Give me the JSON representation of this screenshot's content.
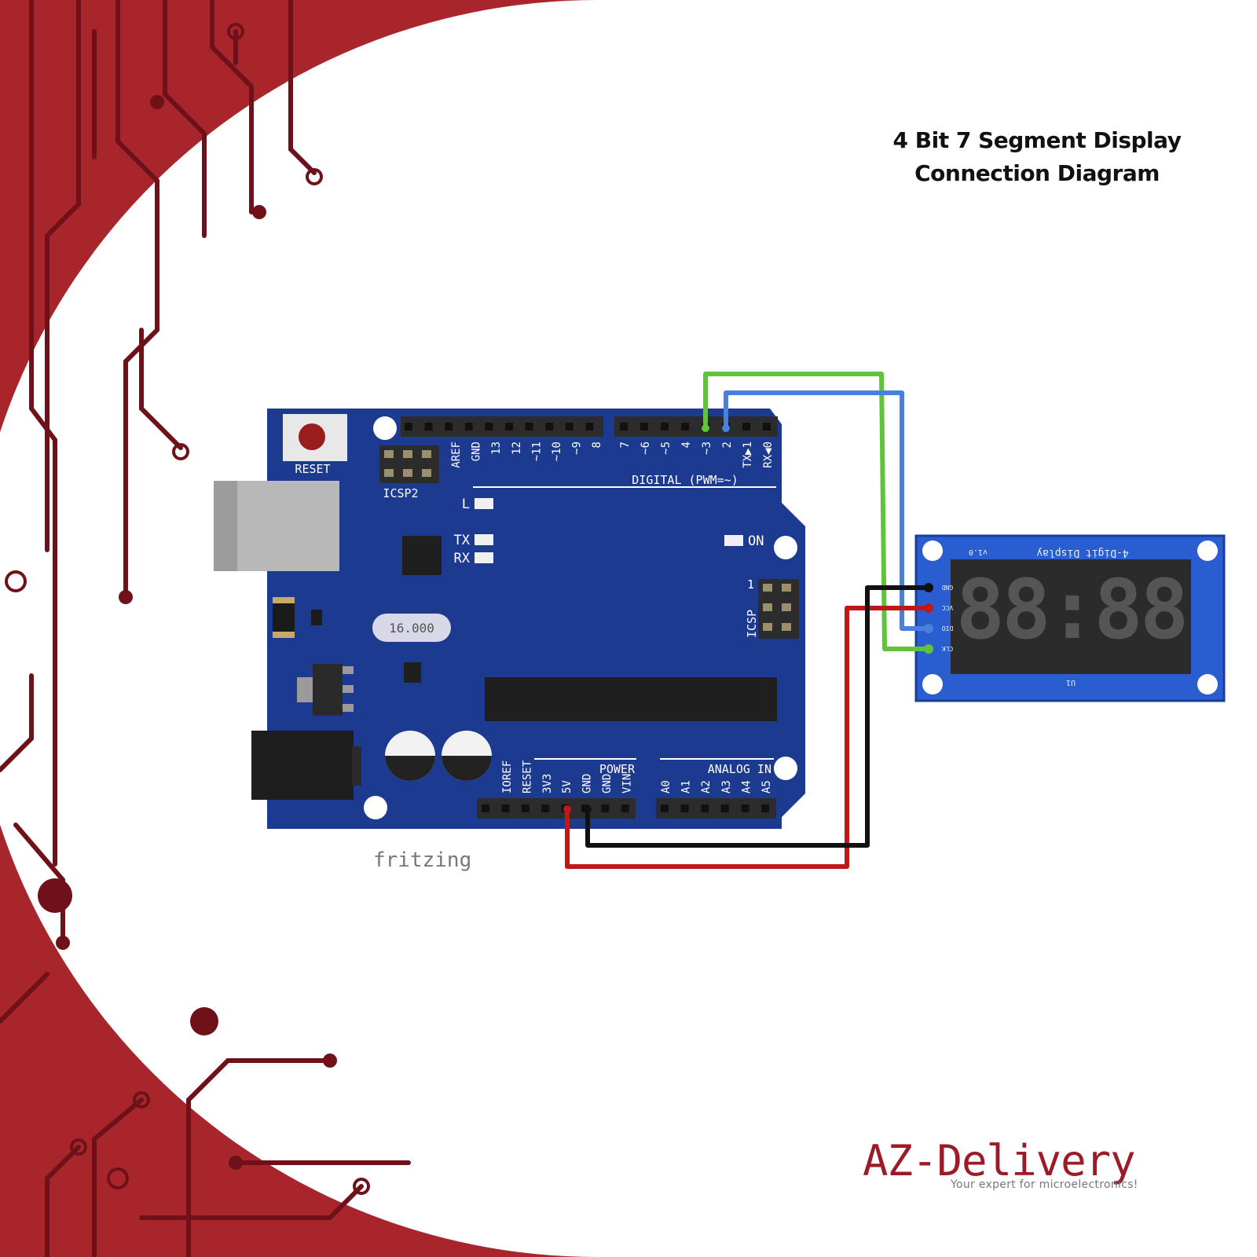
{
  "title": {
    "line1": "4 Bit 7 Segment Display",
    "line2": "Connection Diagram"
  },
  "brand": {
    "name": "AZ-Delivery",
    "tagline": "Your expert for microelectronics!"
  },
  "watermark": "fritzing",
  "colors": {
    "background_red": "#a8262b",
    "trace_dark": "#6e1119",
    "board_blue": "#1c3a8f",
    "module_blue": "#2a5ed0",
    "wire_green": "#5fc43a",
    "wire_blue": "#4a7fe0",
    "wire_red": "#c01818",
    "wire_black": "#111111",
    "brand": "#9b1c28"
  },
  "arduino": {
    "reset_label": "RESET",
    "icsp2_label": "ICSP2",
    "icsp_label": "ICSP",
    "icsp_pin1": "1",
    "digital_label": "DIGITAL (PWM=~)",
    "digital_pins_left": [
      "AREF",
      "GND",
      "13",
      "12",
      "~11",
      "~10",
      "~9",
      "8"
    ],
    "digital_pins_right": [
      "7",
      "~6",
      "~5",
      "4",
      "~3",
      "2",
      "TX▶1",
      "RX◀0"
    ],
    "led_l": "L",
    "led_tx": "TX",
    "led_rx": "RX",
    "led_on": "ON",
    "crystal": "16.000",
    "power_label": "POWER",
    "power_pins": [
      "IOREF",
      "RESET",
      "3V3",
      "5V",
      "GND",
      "GND",
      "VIN"
    ],
    "analog_label": "ANALOG IN",
    "analog_pins": [
      "A0",
      "A1",
      "A2",
      "A3",
      "A4",
      "A5"
    ]
  },
  "display_module": {
    "title": "4-Digit Display",
    "version": "v1.0",
    "ref": "U1",
    "pins": [
      "GND",
      "VCC",
      "DIO",
      "CLK"
    ],
    "digits": "88:88"
  }
}
